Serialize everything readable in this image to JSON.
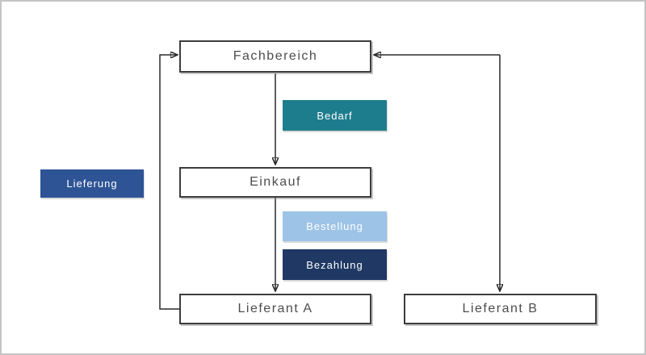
{
  "nodes": {
    "fachbereich": "Fachbereich",
    "einkauf": "Einkauf",
    "lieferant_a": "Lieferant A",
    "lieferant_b": "Lieferant B"
  },
  "flow_labels": {
    "bedarf": {
      "text": "Bedarf",
      "color": "#1e7d8d"
    },
    "bestellung": {
      "text": "Bestellung",
      "color": "#9dc3e6"
    },
    "bezahlung": {
      "text": "Bezahlung",
      "color": "#1f3864"
    },
    "lieferung": {
      "text": "Lieferung",
      "color": "#2f5496"
    }
  },
  "edges": [
    {
      "from": "Fachbereich",
      "to": "Einkauf",
      "label_keys": [
        "bedarf"
      ]
    },
    {
      "from": "Einkauf",
      "to": "Lieferant A",
      "label_keys": [
        "bestellung",
        "bezahlung"
      ]
    },
    {
      "from": "Lieferant A",
      "to": "Fachbereich",
      "label_keys": [
        "lieferung"
      ]
    },
    {
      "from": "Lieferant B",
      "to": "Fachbereich",
      "label_keys": []
    },
    {
      "from": "Fachbereich",
      "to": "Lieferant B",
      "label_keys": []
    }
  ],
  "colors": {
    "node_border": "#3d3d3d",
    "node_text": "#4d4d4d",
    "connector": "#2a2a2a",
    "canvas_border": "#c4c4c4",
    "flow_label_text": "#ffffff"
  }
}
